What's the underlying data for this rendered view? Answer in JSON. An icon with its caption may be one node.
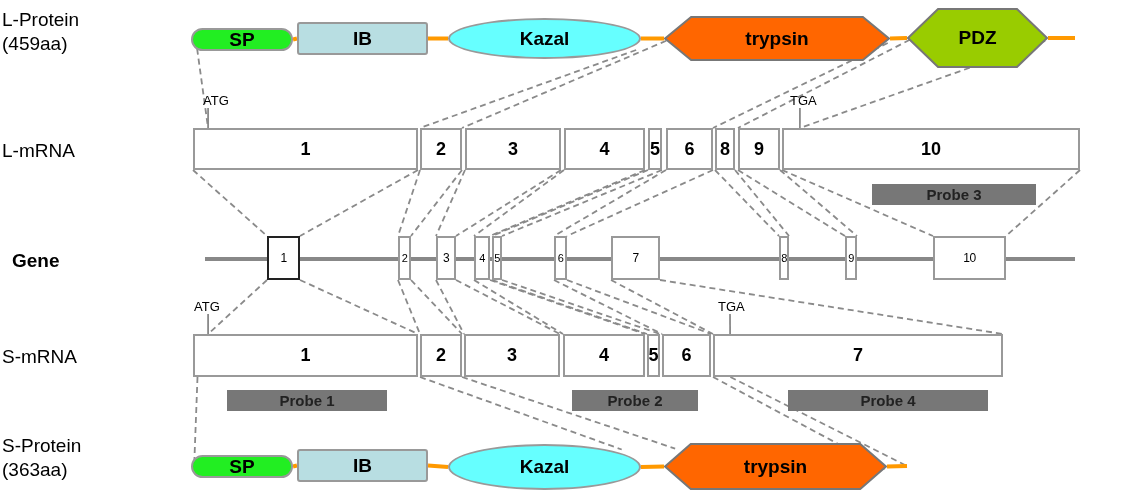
{
  "diagram": {
    "nodes": [
      {
        "text": [
          "SP"
        ]
      },
      {
        "text": [
          "IB"
        ]
      },
      {
        "text": [
          "Kazal"
        ]
      },
      {
        "text": [
          "trypsin"
        ]
      },
      {
        "text": [
          "PDZ"
        ]
      },
      {
        "text": [
          "1"
        ]
      },
      {
        "text": [
          "2"
        ]
      },
      {
        "text": [
          "3"
        ]
      },
      {
        "text": [
          "4"
        ]
      },
      {
        "text": [
          "5"
        ]
      },
      {
        "text": [
          "6"
        ]
      },
      {
        "text": [
          "8"
        ]
      },
      {
        "text": [
          "9"
        ]
      },
      {
        "text": [
          "10"
        ]
      },
      {
        "text": [
          "Probe 3"
        ]
      },
      {
        "text": [
          "1"
        ]
      },
      {
        "text": [
          "2"
        ]
      },
      {
        "text": [
          "3"
        ]
      },
      {
        "text": [
          "4"
        ]
      },
      {
        "text": [
          "5"
        ]
      },
      {
        "text": [
          "6"
        ]
      },
      {
        "text": [
          "7"
        ]
      },
      {
        "text": [
          "8"
        ]
      },
      {
        "text": [
          "9"
        ]
      },
      {
        "text": [
          "10"
        ]
      },
      {
        "text": [
          "1"
        ]
      },
      {
        "text": [
          "2"
        ]
      },
      {
        "text": [
          "3"
        ]
      },
      {
        "text": [
          "4"
        ]
      },
      {
        "text": [
          "5"
        ]
      },
      {
        "text": [
          "6"
        ]
      },
      {
        "text": [
          "7"
        ]
      },
      {
        "text": [
          "Probe 1"
        ]
      },
      {
        "text": [
          "Probe 2"
        ]
      },
      {
        "text": [
          "Probe 4"
        ]
      },
      {
        "text": [
          "SP"
        ]
      },
      {
        "text": [
          "IB"
        ]
      },
      {
        "text": [
          "Kazal"
        ]
      },
      {
        "text": [
          "trypsin"
        ]
      },
      {
        "text": [
          "ATG"
        ]
      },
      {
        "text": [
          "TGA"
        ]
      },
      {
        "text": [
          "ATG"
        ]
      },
      {
        "text": [
          "TGA"
        ]
      }
    ],
    "edges": [
      {
        "from": 0,
        "to": 5,
        "arrow": "none",
        "style": "dashed"
      },
      {
        "from": 2,
        "to": 6,
        "arrow": "none",
        "style": "dashed"
      },
      {
        "from": 3,
        "to": 6,
        "arrow": "none",
        "style": "dashed"
      },
      {
        "from": 3,
        "to": 10,
        "arrow": "none",
        "style": "dashed"
      },
      {
        "from": 4,
        "to": 12,
        "arrow": "none",
        "style": "dashed"
      },
      {
        "from": 4,
        "to": 13,
        "arrow": "none",
        "style": "dashed"
      },
      {
        "from": 5,
        "to": 15,
        "arrow": "none",
        "style": "dashed"
      },
      {
        "from": 5,
        "to": 15,
        "arrow": "none",
        "style": "dashed"
      },
      {
        "from": 6,
        "to": 16,
        "arrow": "none",
        "style": "dashed"
      },
      {
        "from": 6,
        "to": 16,
        "arrow": "none",
        "style": "dashed"
      },
      {
        "from": 7,
        "to": 17,
        "arrow": "none",
        "style": "dashed"
      },
      {
        "from": 7,
        "to": 17,
        "arrow": "none",
        "style": "dashed"
      },
      {
        "from": 8,
        "to": 18,
        "arrow": "none",
        "style": "dashed"
      },
      {
        "from": 8,
        "to": 18,
        "arrow": "none",
        "style": "dashed"
      },
      {
        "from": 9,
        "to": 19,
        "arrow": "none",
        "style": "dashed"
      },
      {
        "from": 9,
        "to": 19,
        "arrow": "none",
        "style": "dashed"
      },
      {
        "from": 10,
        "to": 20,
        "arrow": "none",
        "style": "dashed"
      },
      {
        "from": 10,
        "to": 20,
        "arrow": "none",
        "style": "dashed"
      },
      {
        "from": 11,
        "to": 22,
        "arrow": "none",
        "style": "dashed"
      },
      {
        "from": 11,
        "to": 22,
        "arrow": "none",
        "style": "dashed"
      },
      {
        "from": 12,
        "to": 23,
        "arrow": "none",
        "style": "dashed"
      },
      {
        "from": 12,
        "to": 23,
        "arrow": "none",
        "style": "dashed"
      },
      {
        "from": 13,
        "to": 24,
        "arrow": "none",
        "style": "dashed"
      },
      {
        "from": 13,
        "to": 24,
        "arrow": "none",
        "style": "dashed"
      },
      {
        "from": 15,
        "to": 25,
        "arrow": "none",
        "style": "dashed"
      },
      {
        "from": 15,
        "to": 25,
        "arrow": "none",
        "style": "dashed"
      },
      {
        "from": 16,
        "to": 26,
        "arrow": "none",
        "style": "dashed"
      },
      {
        "from": 16,
        "to": 26,
        "arrow": "none",
        "style": "dashed"
      },
      {
        "from": 17,
        "to": 27,
        "arrow": "none",
        "style": "dashed"
      },
      {
        "from": 17,
        "to": 27,
        "arrow": "none",
        "style": "dashed"
      },
      {
        "from": 18,
        "to": 28,
        "arrow": "none",
        "style": "dashed"
      },
      {
        "from": 18,
        "to": 28,
        "arrow": "none",
        "style": "dashed"
      },
      {
        "from": 19,
        "to": 29,
        "arrow": "none",
        "style": "dashed"
      },
      {
        "from": 19,
        "to": 29,
        "arrow": "none",
        "style": "dashed"
      },
      {
        "from": 20,
        "to": 30,
        "arrow": "none",
        "style": "dashed"
      },
      {
        "from": 20,
        "to": 30,
        "arrow": "none",
        "style": "dashed"
      },
      {
        "from": 21,
        "to": 31,
        "arrow": "none",
        "style": "dashed"
      },
      {
        "from": 21,
        "to": 31,
        "arrow": "none",
        "style": "dashed"
      },
      {
        "from": 25,
        "to": 35,
        "arrow": "none",
        "style": "dashed"
      },
      {
        "from": 26,
        "to": 37,
        "arrow": "none",
        "style": "dashed"
      },
      {
        "from": 26,
        "to": 38,
        "arrow": "none",
        "style": "dashed"
      },
      {
        "from": 31,
        "to": 38,
        "arrow": "none",
        "style": "dashed"
      },
      {
        "from": 31,
        "to": null,
        "arrow": "none",
        "style": "dashed"
      },
      {
        "from": 39,
        "to": 5,
        "arrow": "none"
      },
      {
        "from": 40,
        "to": 13,
        "arrow": "none"
      },
      {
        "from": 41,
        "to": 25,
        "arrow": "none"
      },
      {
        "from": 42,
        "to": 31,
        "arrow": "none"
      },
      {
        "from": 0,
        "to": 1,
        "arrow": "none",
        "style": "thick",
        "color": "#ff9900"
      },
      {
        "from": 1,
        "to": 2,
        "arrow": "none",
        "style": "thick",
        "color": "#ff9900"
      },
      {
        "from": 2,
        "to": 3,
        "arrow": "none",
        "style": "thick",
        "color": "#ff9900"
      },
      {
        "from": 3,
        "to": 4,
        "arrow": "none",
        "style": "thick",
        "color": "#ff9900"
      },
      {
        "from": 4,
        "to": null,
        "arrow": "none",
        "style": "thick",
        "color": "#ff9900"
      },
      {
        "from": 35,
        "to": 36,
        "arrow": "none",
        "style": "thick",
        "color": "#ff9900"
      },
      {
        "from": 36,
        "to": 37,
        "arrow": "none",
        "style": "thick",
        "color": "#ff9900"
      },
      {
        "from": 37,
        "to": 38,
        "arrow": "none",
        "style": "thick",
        "color": "#ff9900"
      },
      {
        "from": 38,
        "to": null,
        "arrow": "none",
        "style": "thick",
        "color": "#ff9900"
      }
    ],
    "labels": [
      "L-Protein (459aa)",
      "L-mRNA",
      "Gene",
      "S-mRNA",
      "S-Protein (363aa)"
    ]
  }
}
